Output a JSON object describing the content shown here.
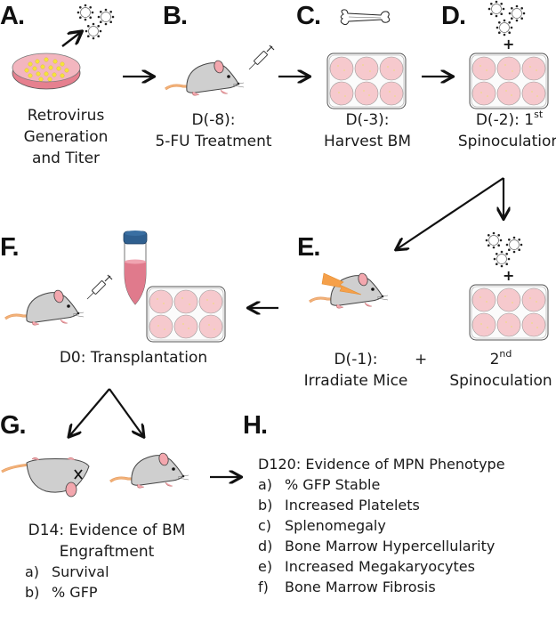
{
  "title": "Retroviral bone marrow transplantation MPN model workflow",
  "colors": {
    "mouse_body": "#cfcfcf",
    "mouse_ear": "#f3a7ae",
    "mouse_tail": "#f2b27a",
    "dish_media": "#e6808f",
    "colony_yellow": "#f5e23a",
    "well_fill": "#f6c9cd",
    "tube_cap": "#2f5f8f",
    "tube_liquid": "#e07a8c",
    "radiation_bolt": "#f5a04a",
    "arrow": "#111111"
  },
  "panels": {
    "A": {
      "letter": "A.",
      "lines": [
        "Retrovirus",
        "Generation",
        "and Titer"
      ],
      "icons": [
        "petri-dish",
        "retrovirus-particles"
      ]
    },
    "B": {
      "letter": "B.",
      "day": "D(-8):",
      "label": "5-FU Treatment",
      "icons": [
        "mouse",
        "syringe"
      ]
    },
    "C": {
      "letter": "C.",
      "day": "D(-3):",
      "label": "Harvest BM",
      "icons": [
        "bone",
        "six-well-plate"
      ]
    },
    "D": {
      "letter": "D.",
      "day": "D(-2): 1",
      "day_sup": "st",
      "label": "Spinoculation",
      "plus": "+",
      "icons": [
        "retrovirus-particles",
        "six-well-plate"
      ]
    },
    "E": {
      "letter": "E.",
      "day": "D(-1):",
      "label": "Irradiate Mice",
      "joiner": "+",
      "second_prefix": "2",
      "second_sup": "nd",
      "second_label": "Spinoculation",
      "plus": "+",
      "icons": [
        "irradiated-mouse",
        "retrovirus-particles",
        "six-well-plate"
      ]
    },
    "F": {
      "letter": "F.",
      "label": "D0: Transplantation",
      "icons": [
        "mouse",
        "syringe",
        "conical-tube",
        "six-well-plate"
      ]
    },
    "G": {
      "letter": "G.",
      "line1": "D14: Evidence of BM",
      "line2": "Engraftment",
      "items": [
        {
          "marker": "a)",
          "text": "Survival"
        },
        {
          "marker": "b)",
          "text": "% GFP"
        }
      ],
      "icons": [
        "dead-mouse",
        "mouse"
      ]
    },
    "H": {
      "letter": "H.",
      "heading": "D120: Evidence of MPN Phenotype",
      "items": [
        {
          "marker": "a)",
          "text": "% GFP Stable"
        },
        {
          "marker": "b)",
          "text": "Increased Platelets"
        },
        {
          "marker": "c)",
          "text": "Splenomegaly"
        },
        {
          "marker": "d)",
          "text": "Bone Marrow Hypercellularity"
        },
        {
          "marker": "e)",
          "text": "Increased Megakaryocytes"
        },
        {
          "marker": "f)",
          "text": "Bone Marrow Fibrosis"
        }
      ]
    }
  }
}
